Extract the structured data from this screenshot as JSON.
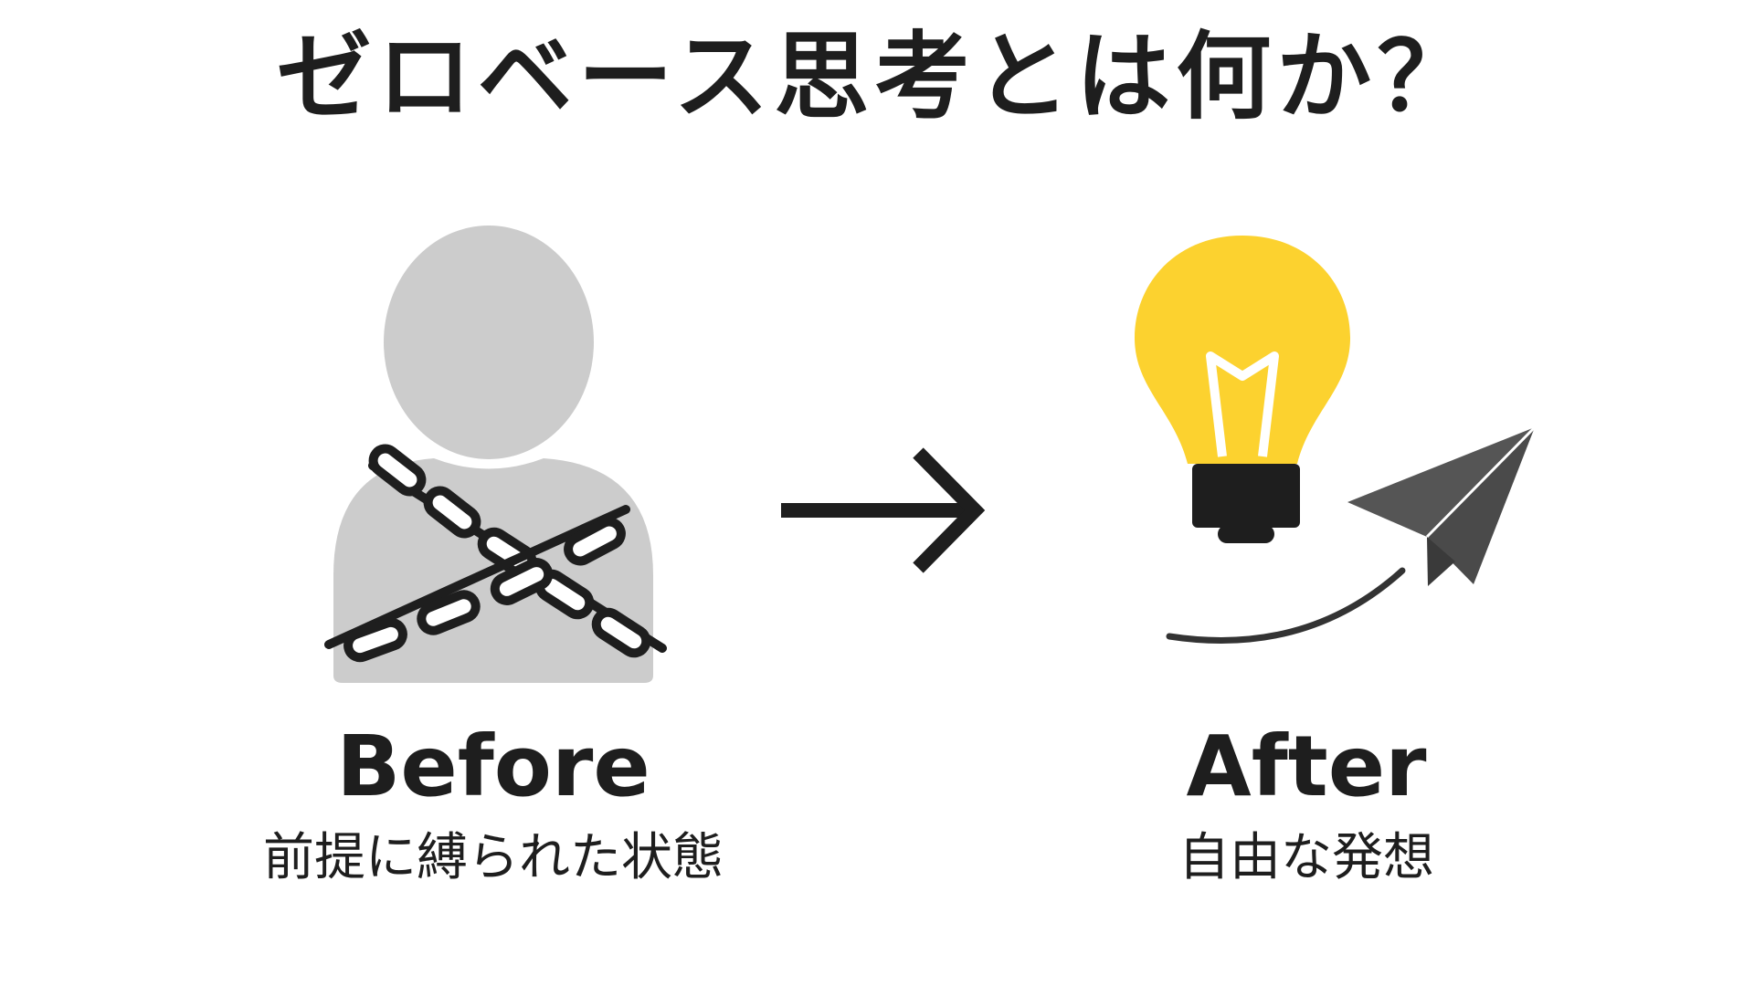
{
  "title": "ゼロベース思考とは何か？",
  "before": {
    "heading": "Before",
    "caption": "前提に縛られた状態",
    "icon": "chained-person-icon",
    "person_color": "#cccccc",
    "chain_color": "#1e1e1e"
  },
  "transition": {
    "icon": "right-arrow-icon",
    "color": "#1e1e1e"
  },
  "after": {
    "heading": "After",
    "caption": "自由な発想",
    "icons": [
      "lightbulb-icon",
      "paper-plane-icon",
      "curved-trail-icon"
    ],
    "bulb_color": "#fcd22f",
    "base_color": "#1e1e1e",
    "plane_color": "#555555"
  }
}
